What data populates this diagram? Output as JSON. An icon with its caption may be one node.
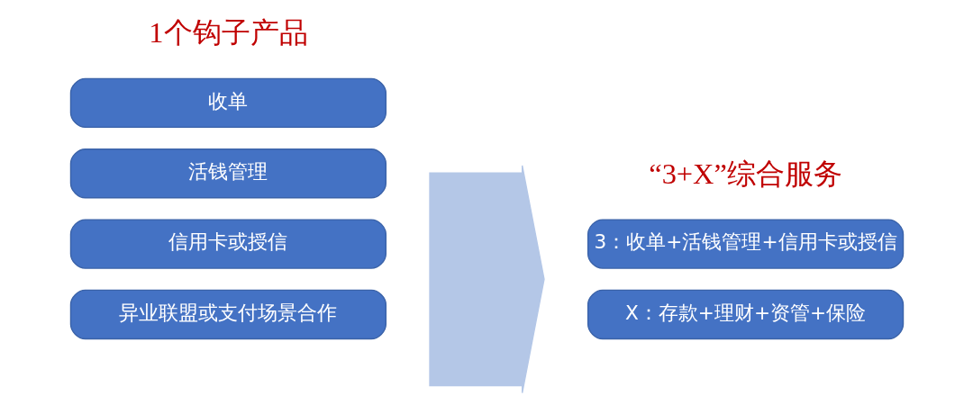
{
  "diagram": {
    "nodes": [
      {
        "text": [
          "收单"
        ]
      },
      {
        "text": [
          "活钱管理"
        ]
      },
      {
        "text": [
          "信用卡或授信"
        ]
      },
      {
        "text": [
          "异业联盟或支付场景合作"
        ]
      },
      {
        "text": [],
        "shape": "arrow"
      },
      {
        "text": [
          "3：收单+活钱管理+信用卡或授信"
        ]
      },
      {
        "text": [
          "X：存款+理财+资管+保险"
        ]
      }
    ],
    "edges": [],
    "labels": [
      "1个钩子产品",
      "“3+X”综合服务"
    ]
  }
}
